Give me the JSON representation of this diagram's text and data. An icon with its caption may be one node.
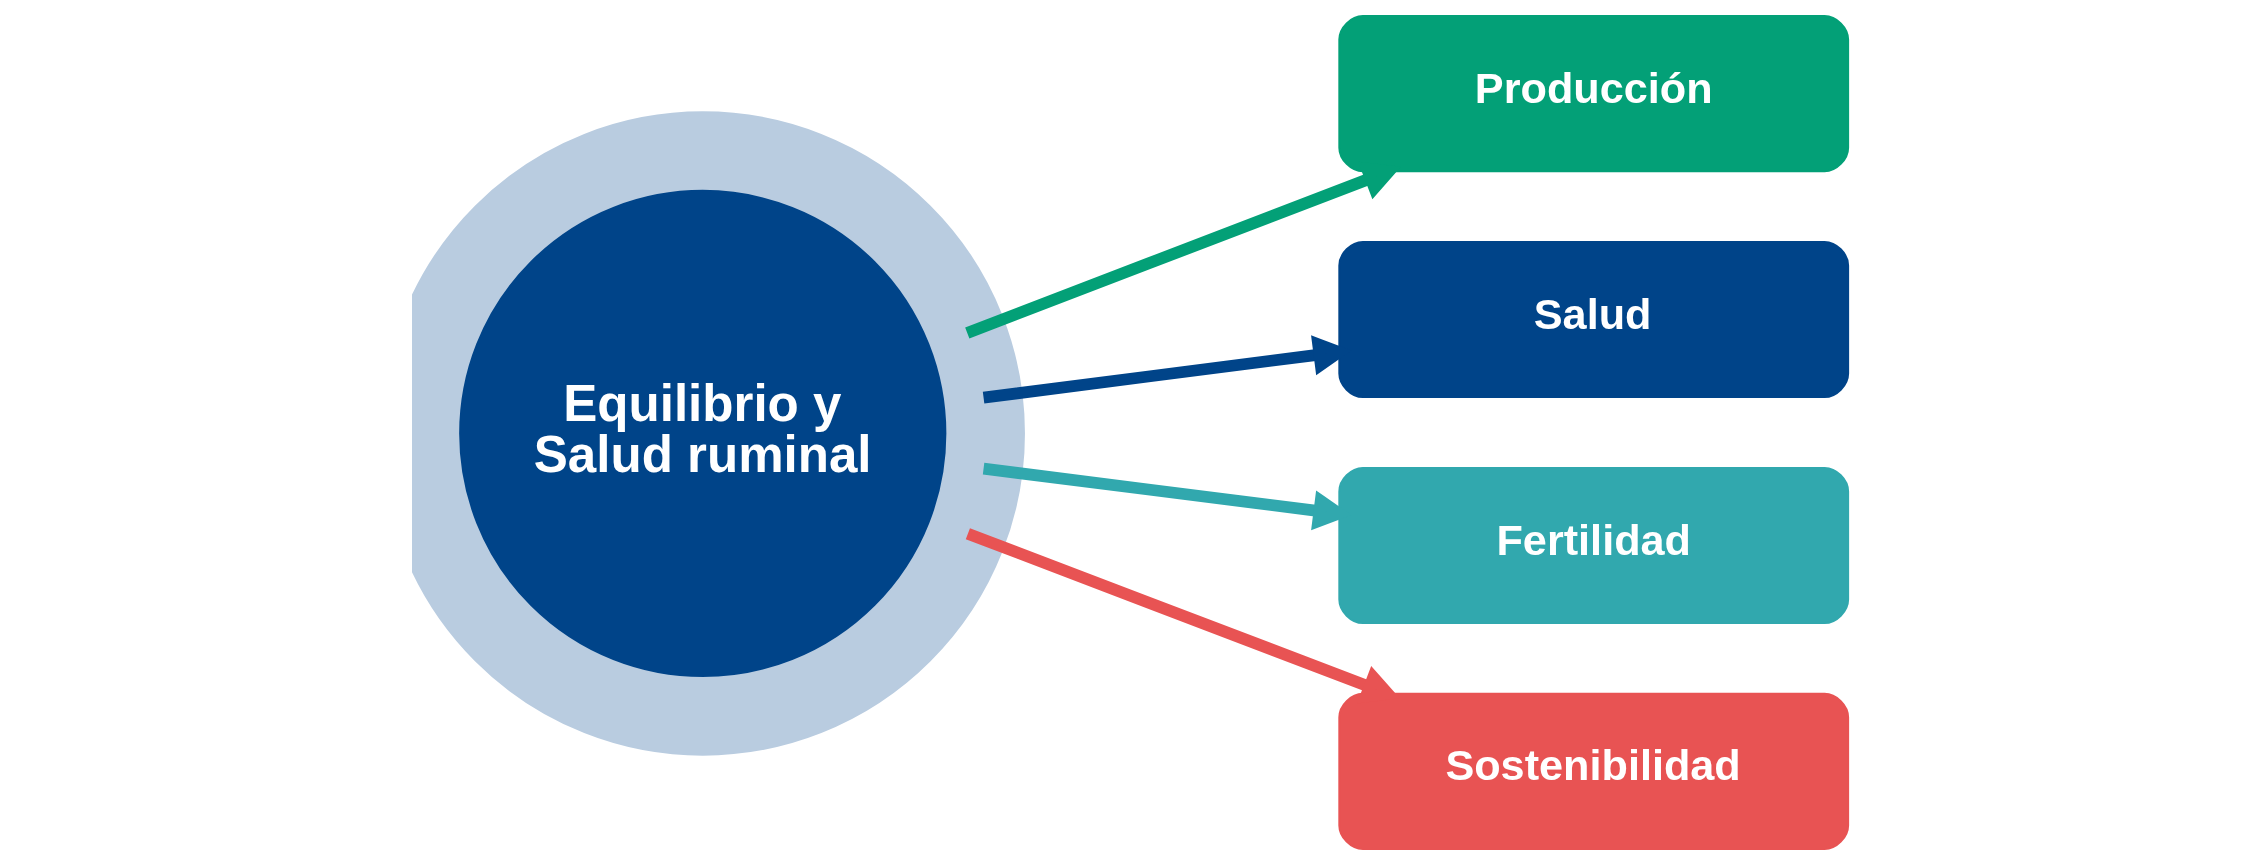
{
  "diagram": {
    "nodes": [
      {
        "text": [
          "Equilibrio y Salud ruminal"
        ]
      },
      {
        "text": [
          "Producción"
        ]
      },
      {
        "text": [
          "Salud"
        ]
      },
      {
        "text": [
          "Fertilidad"
        ]
      },
      {
        "text": [
          "Sostenibilidad"
        ]
      }
    ],
    "edges": [
      {
        "from": 0,
        "to": 1,
        "arrow": "to",
        "color": "#03a077"
      },
      {
        "from": 0,
        "to": 2,
        "arrow": "to",
        "color": "#004489"
      },
      {
        "from": 0,
        "to": 3,
        "arrow": "to",
        "color": "#31a8ae"
      },
      {
        "from": 0,
        "to": 4,
        "arrow": "to",
        "color": "#e85353"
      }
    ]
  }
}
